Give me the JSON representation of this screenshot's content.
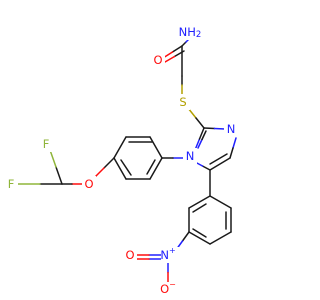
{
  "colors": {
    "background": "#ffffff",
    "carbon": "#1a1a1a",
    "nitrogen": "#2020ff",
    "oxygen": "#ff0d0d",
    "sulfur": "#b2a000",
    "fluorine": "#8fb53a"
  },
  "atom_labels": {
    "nh2": "NH2",
    "carbonyl_o": "O",
    "sulfur": "S",
    "imidazole_n3": "N",
    "imidazole_n1": "N",
    "ether_o": "O",
    "fluorine_top": "F",
    "fluorine_left": "F",
    "nitro_n": "N",
    "nitro_n_charge": "+",
    "nitro_o_double": "O",
    "nitro_o_single": "O",
    "nitro_o_charge": "−"
  }
}
